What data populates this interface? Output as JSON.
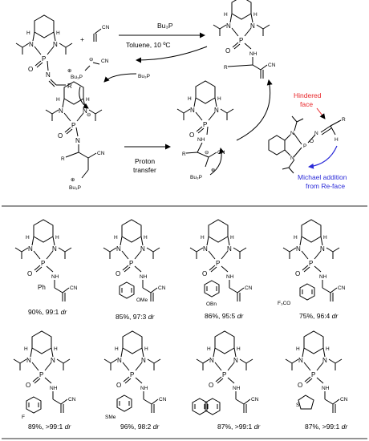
{
  "reaction": {
    "reagent_top": "Bu₃P",
    "conditions": "Toluene, 10 ºC",
    "return_reagent": "Bu₃P",
    "proton_transfer_line1": "Proton",
    "proton_transfer_line2": "transfer",
    "acrylonitrile_label": "CN",
    "plus": "+"
  },
  "model": {
    "hindered_line1": "Hindered",
    "hindered_line2": "face",
    "michael_line1": "Michael addition",
    "michael_line2": "from Re-face",
    "hindered_color": "#e8262a",
    "michael_color": "#2b2bd8"
  },
  "atoms": {
    "N": "N",
    "P": "P",
    "O": "O",
    "H": "H",
    "NH": "NH",
    "CN": "CN",
    "R": "R",
    "Bu3P": "Bu₃P",
    "plus": "⊕",
    "minus": "⊖"
  },
  "products": [
    {
      "substituent": "Ph",
      "yield_text": "90%, 99:1",
      "dr": "dr"
    },
    {
      "substituent": "OMe",
      "yield_text": "85%, 97:3",
      "dr": "dr"
    },
    {
      "substituent": "OBn",
      "yield_text": "86%, 95:5",
      "dr": "dr"
    },
    {
      "substituent": "F₃CO",
      "yield_text": "75%, 96:4",
      "dr": "dr"
    },
    {
      "substituent": "F",
      "yield_text": "89%, >99:1",
      "dr": "dr"
    },
    {
      "substituent": "SMe",
      "yield_text": "96%, 98:2",
      "dr": "dr"
    },
    {
      "substituent": "naphthyl",
      "yield_text": "87%, >99:1",
      "dr": "dr"
    },
    {
      "substituent": "thienyl",
      "yield_text": "87%, >99:1",
      "dr": "dr"
    }
  ],
  "hetero_atoms": {
    "S": "S"
  },
  "icons": {
    "auxiliary": "diazaphospholidine-auxiliary-icon",
    "arrow": "reaction-arrow-icon"
  }
}
